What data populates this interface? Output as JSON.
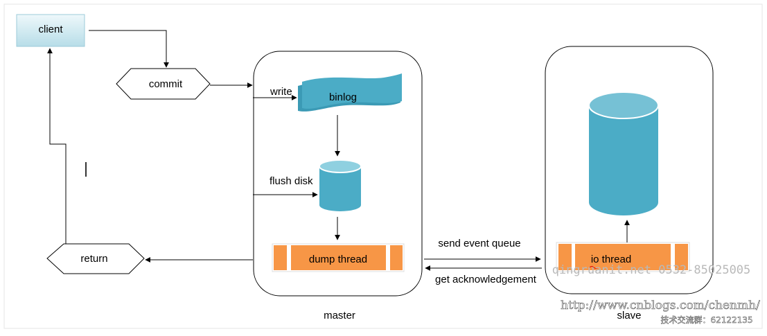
{
  "nodes": {
    "client": "client",
    "commit": "commit",
    "return": "return",
    "binlog": "binlog",
    "dump_thread": "dump thread",
    "io_thread": "io thread"
  },
  "edges": {
    "write": "write",
    "flush_disk": "flush disk",
    "send_event_queue": "send event queue",
    "get_acknowledgement": "get acknowledgement"
  },
  "groups": {
    "master": "master",
    "slave": "slave"
  },
  "watermark": {
    "line1": "qingruanit.net 0532-85025005",
    "line2": "http://www.cnblogs.com/chenmh/",
    "line3": "技术交流群：62122135"
  },
  "colors": {
    "storage": "#4bacc6",
    "thread": "#f79646",
    "client_fill": "#dbeef4",
    "outline": "#000000"
  },
  "icons": {
    "text_cursor": "text-cursor-icon"
  }
}
